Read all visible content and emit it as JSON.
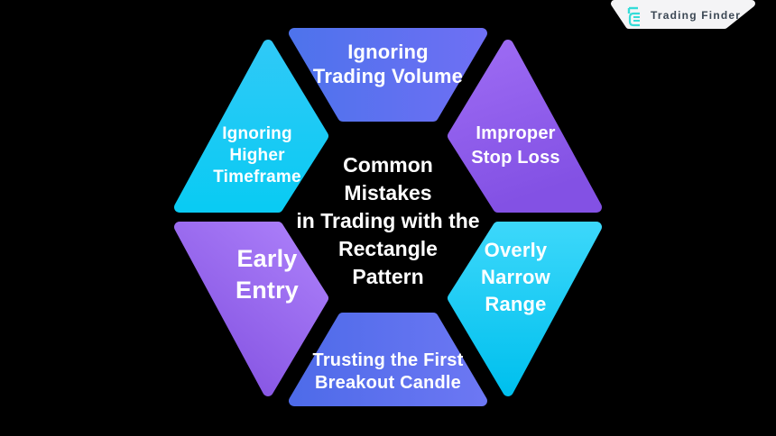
{
  "background": "#000000",
  "logo": {
    "text": "Trading Finder",
    "icon": "trading-finder-logo",
    "icon_color": "#35DCD8",
    "text_color": "#3B4754",
    "banner_bg": "#F4F4F6"
  },
  "center": {
    "title": "Common\nMistakes\nin Trading with the\nRectangle\nPattern"
  },
  "items": [
    {
      "name": "ignoring-trading-volume",
      "label": "Ignoring\nTrading Volume",
      "position": "top",
      "color_start": "#4E73EC",
      "color_end": "#6E6FF4"
    },
    {
      "name": "improper-stop-loss",
      "label": "Improper\nStop Loss",
      "position": "top-right",
      "color_start": "#9E6CF4",
      "color_end": "#8351E4"
    },
    {
      "name": "overly-narrow-range",
      "label": "Overly\nNarrow\nRange",
      "position": "bottom-right",
      "color_start": "#3BD7FA",
      "color_end": "#00C0EE"
    },
    {
      "name": "trusting-the-first-breakout-candle",
      "label": "Trusting the First\nBreakout Candle",
      "position": "bottom",
      "color_start": "#4E6BE9",
      "color_end": "#6C77F3"
    },
    {
      "name": "early-entry",
      "label": "Early\nEntry",
      "position": "bottom-left",
      "color_start": "#A87BF7",
      "color_end": "#7E4CDE"
    },
    {
      "name": "ignoring-higher-timeframe",
      "label": "Ignoring\nHigher\nTimeframe",
      "position": "top-left",
      "color_start": "#2FC9F7",
      "color_end": "#0ACBF3"
    }
  ]
}
